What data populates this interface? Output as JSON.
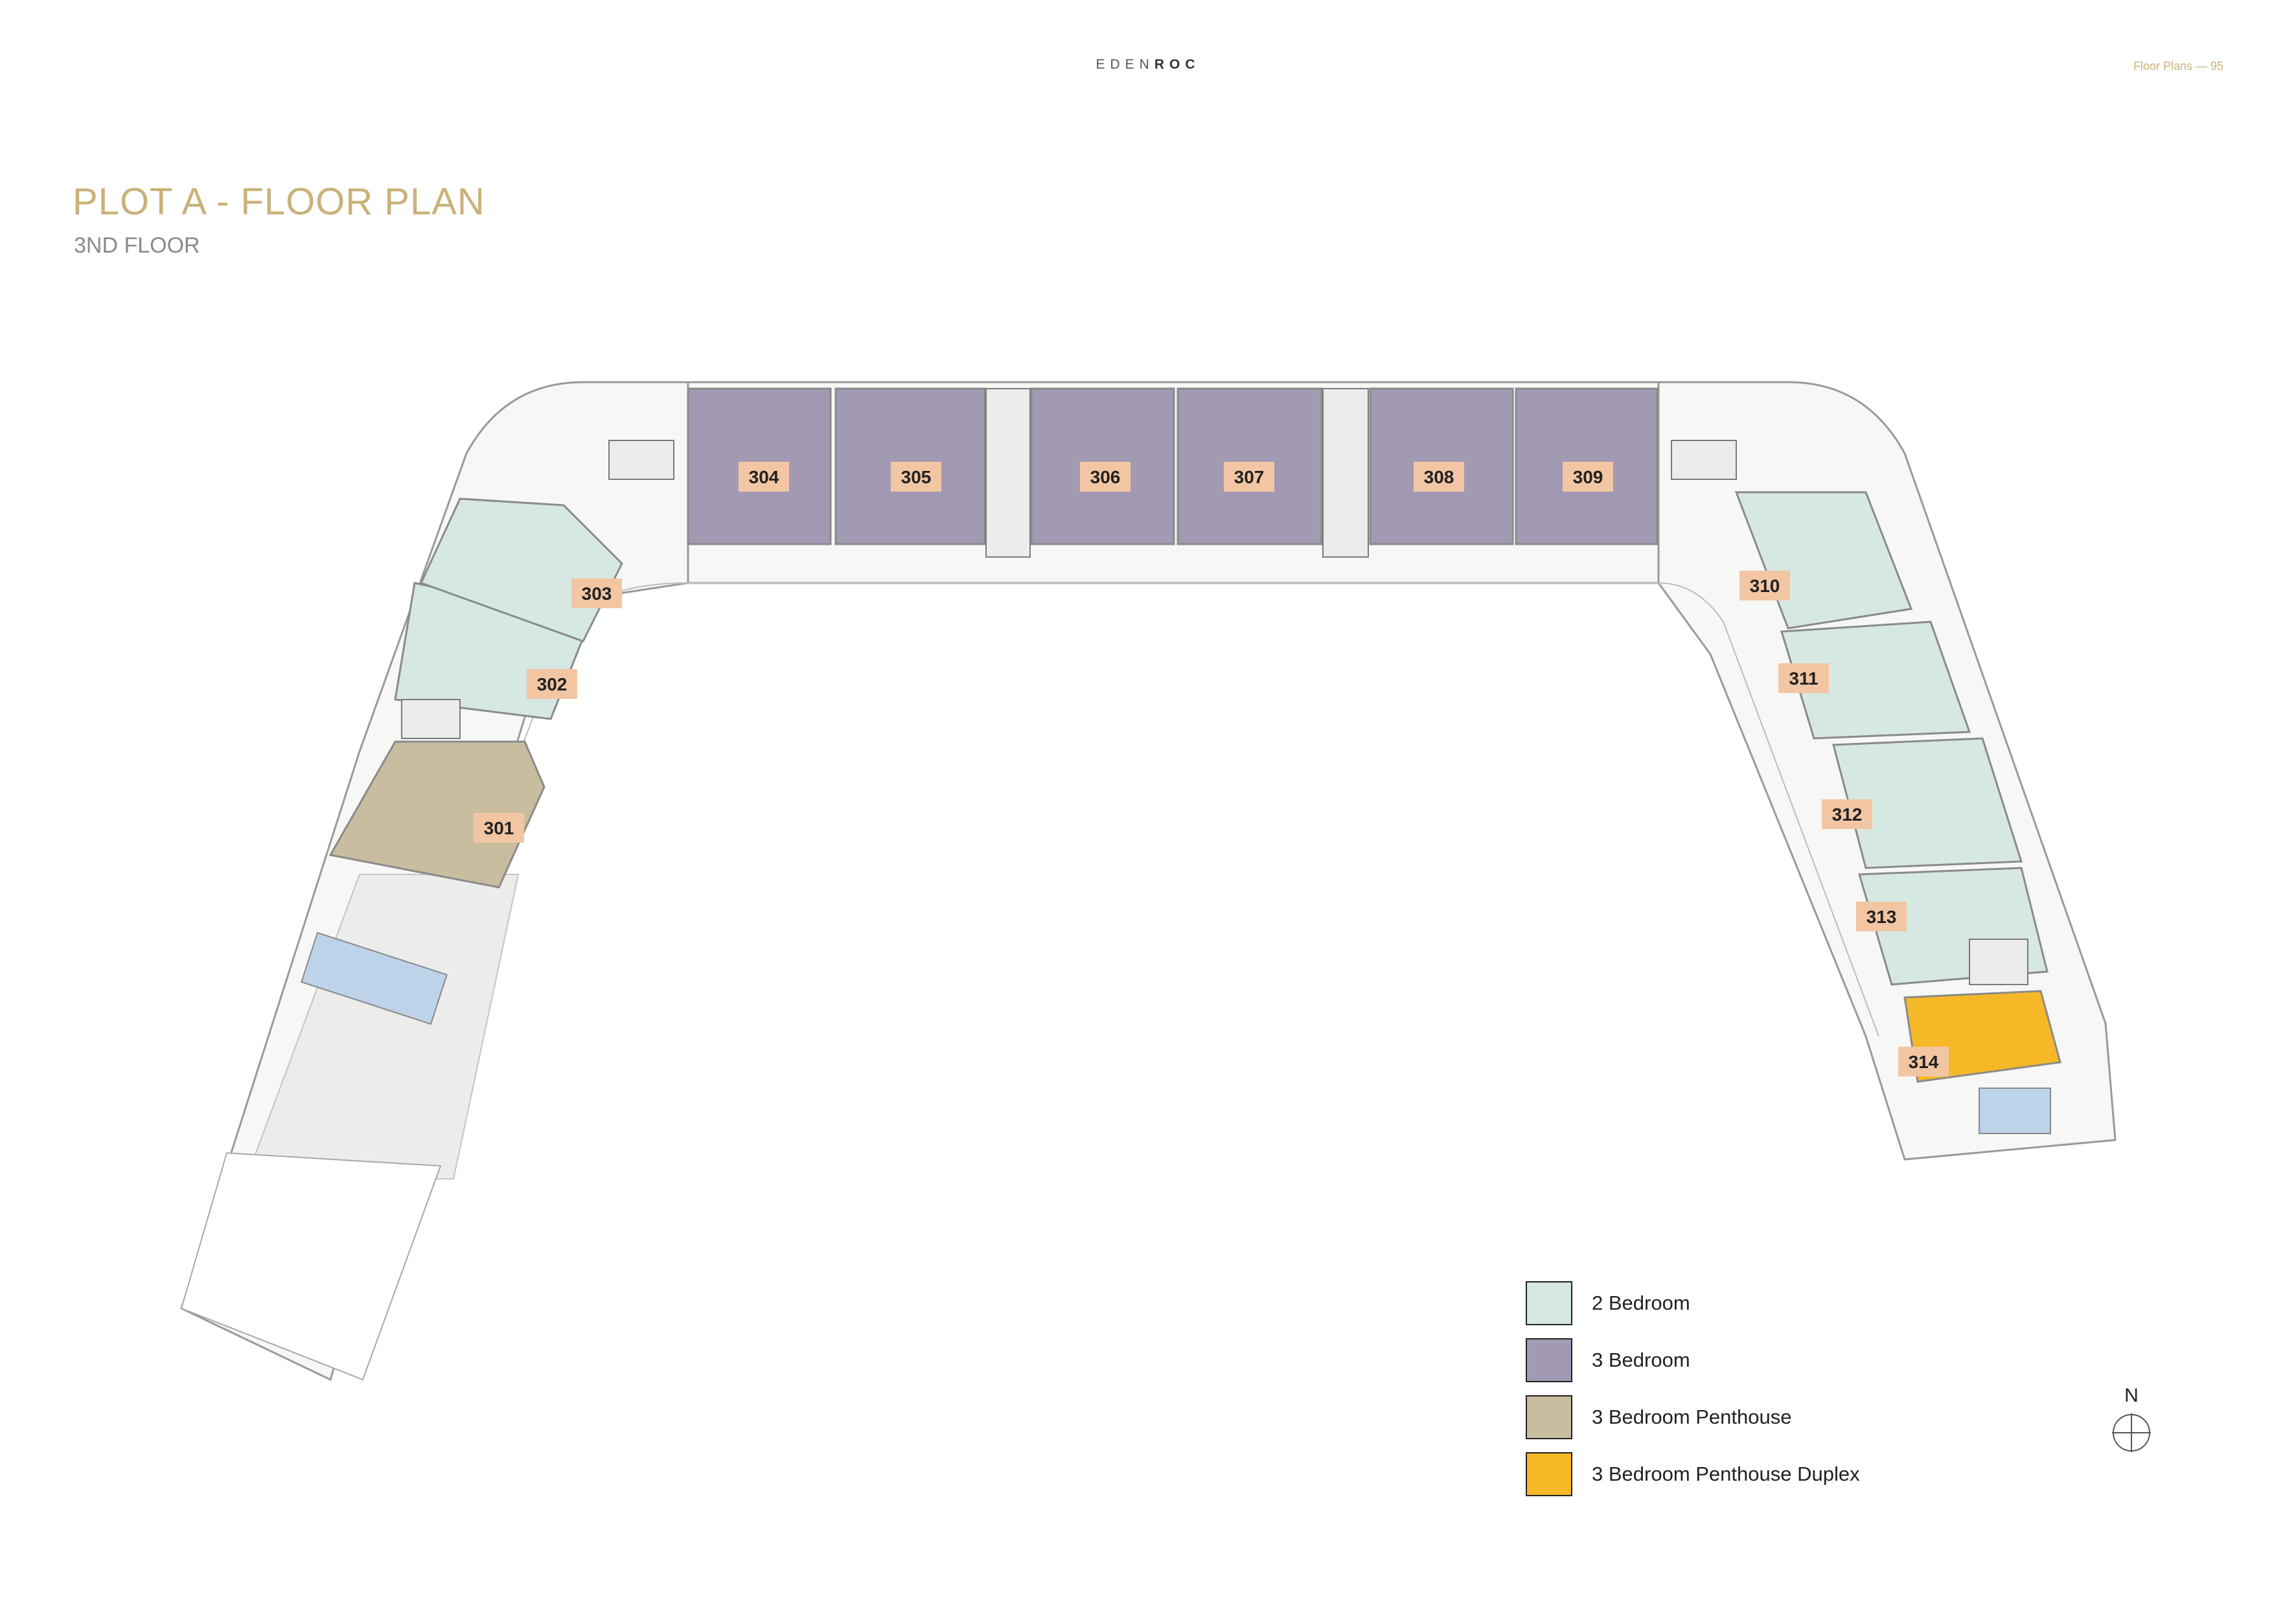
{
  "header": {
    "brand_light": "EDEN",
    "brand_bold": "ROC",
    "page_ref": "Floor Plans — 95"
  },
  "title": "PLOT A - FLOOR PLAN",
  "subtitle": "3ND FLOOR",
  "colors": {
    "two_bedroom": "#d6e8e2",
    "three_bedroom": "#a29ab3",
    "three_bedroom_penthouse": "#c8bd9e",
    "three_bedroom_penthouse_duplex": "#f6b827",
    "unit_label_bg": "#f3c6a3",
    "pool": "#bcd3ea",
    "title_gold": "#c9b27a"
  },
  "units": [
    {
      "number": "301",
      "type": "three_bedroom_penthouse"
    },
    {
      "number": "302",
      "type": "two_bedroom"
    },
    {
      "number": "303",
      "type": "two_bedroom"
    },
    {
      "number": "304",
      "type": "three_bedroom"
    },
    {
      "number": "305",
      "type": "three_bedroom"
    },
    {
      "number": "306",
      "type": "three_bedroom"
    },
    {
      "number": "307",
      "type": "three_bedroom"
    },
    {
      "number": "308",
      "type": "three_bedroom"
    },
    {
      "number": "309",
      "type": "three_bedroom"
    },
    {
      "number": "310",
      "type": "two_bedroom"
    },
    {
      "number": "311",
      "type": "two_bedroom"
    },
    {
      "number": "312",
      "type": "two_bedroom"
    },
    {
      "number": "313",
      "type": "two_bedroom"
    },
    {
      "number": "314",
      "type": "three_bedroom_penthouse_duplex"
    }
  ],
  "legend": [
    {
      "label": "2 Bedroom",
      "color": "#d6e8e2"
    },
    {
      "label": "3 Bedroom",
      "color": "#a29ab3"
    },
    {
      "label": "3 Bedroom Penthouse",
      "color": "#c8bd9e"
    },
    {
      "label": "3 Bedroom Penthouse Duplex",
      "color": "#f6b827"
    }
  ],
  "compass": {
    "label": "N",
    "icon": "north-arrow-icon"
  }
}
